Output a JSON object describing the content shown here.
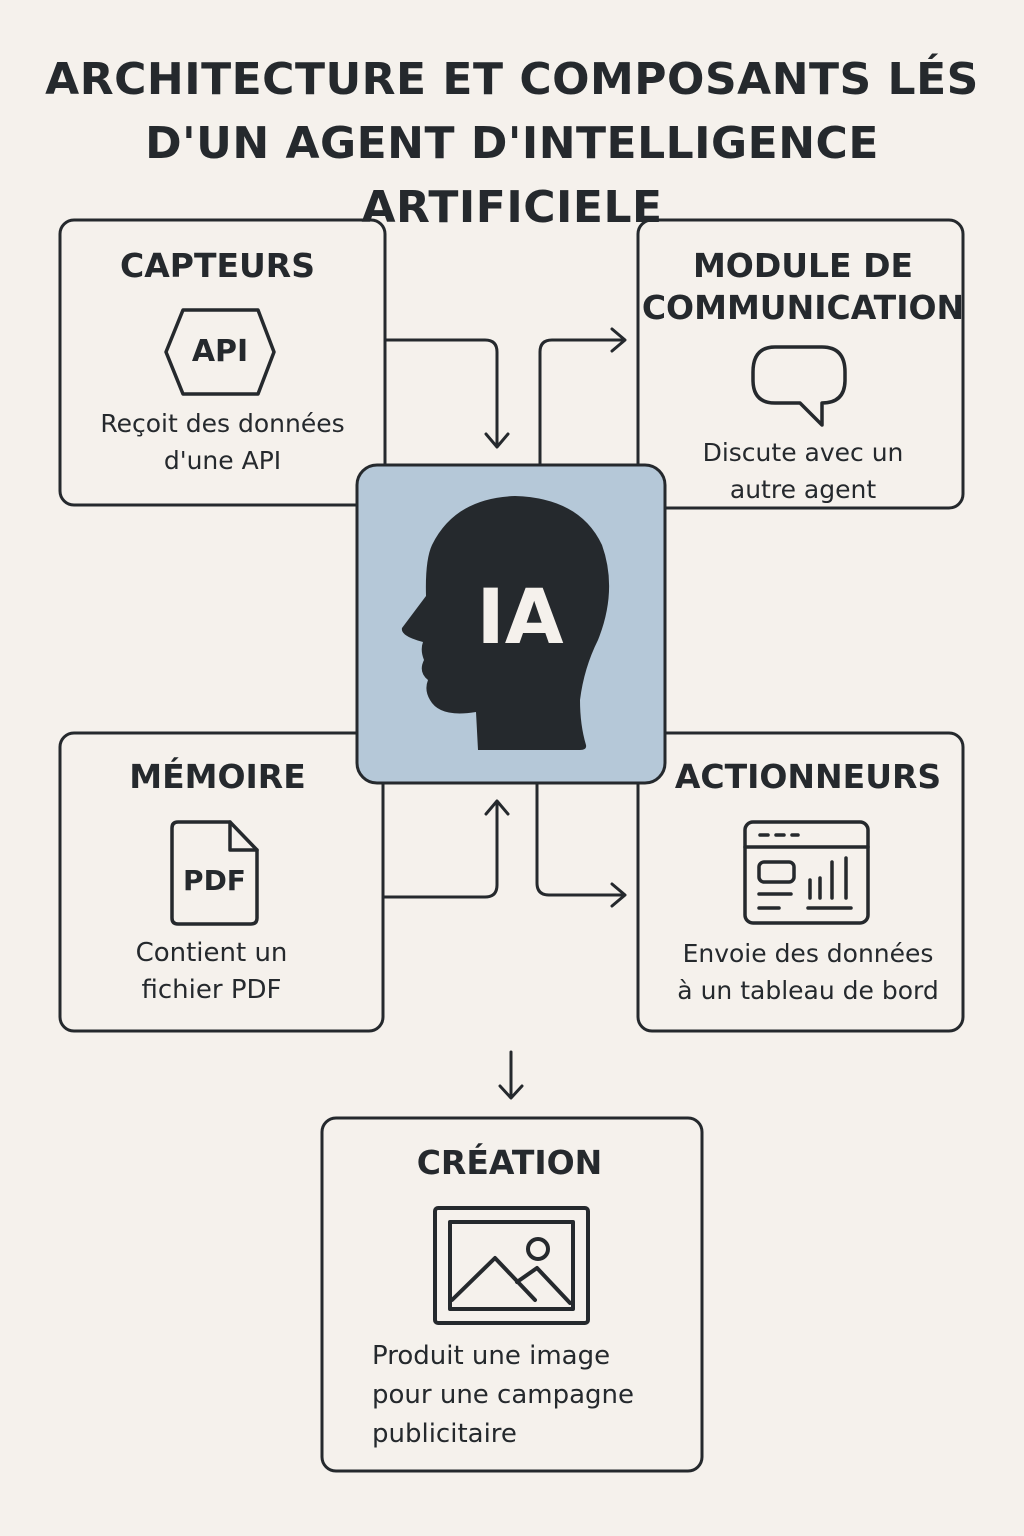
{
  "title": [
    "ARCHITECTURE ET COMPOSANTS LÉS",
    "D'UN AGENT D'INTELLIGENCE ARTIFICIELE"
  ],
  "center": {
    "label": "IA",
    "fill": "#b5c8d8"
  },
  "capteurs": {
    "title": "CAPTEURS",
    "icon_label": "API",
    "desc": [
      "Reçoit des données",
      "d'une API"
    ]
  },
  "communication": {
    "title": [
      "MODULE DE",
      "COMMUNICATION"
    ],
    "desc": [
      "Discute avec un",
      "autre agent"
    ]
  },
  "memoire": {
    "title": "MÉMOIRE",
    "icon_label": "PDF",
    "desc": [
      "Contient un",
      "fichier PDF"
    ]
  },
  "actionneurs": {
    "title": "ACTIONNEURS",
    "desc": [
      "Envoie des données",
      "à un tableau de bord"
    ]
  },
  "creation": {
    "title": "CRÉATION",
    "desc": [
      "Produit une image",
      "pour une campagne",
      "publicitaire"
    ]
  }
}
